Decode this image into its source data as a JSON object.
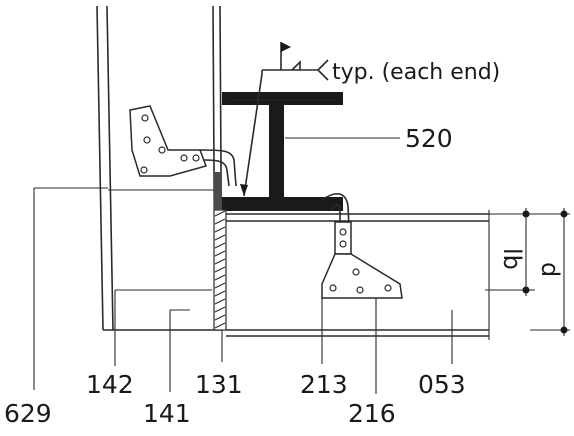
{
  "weld_note": "typ. (each end)",
  "labels": {
    "beam_section": "520",
    "panel_joint": "629",
    "left_panel": "142",
    "left_panel_lower": "141",
    "joint_seal": "131",
    "right_plate": "213",
    "right_plate_lower": "216",
    "right_panel": "053"
  },
  "dimensions": {
    "inner": "lb",
    "outer": "d"
  }
}
